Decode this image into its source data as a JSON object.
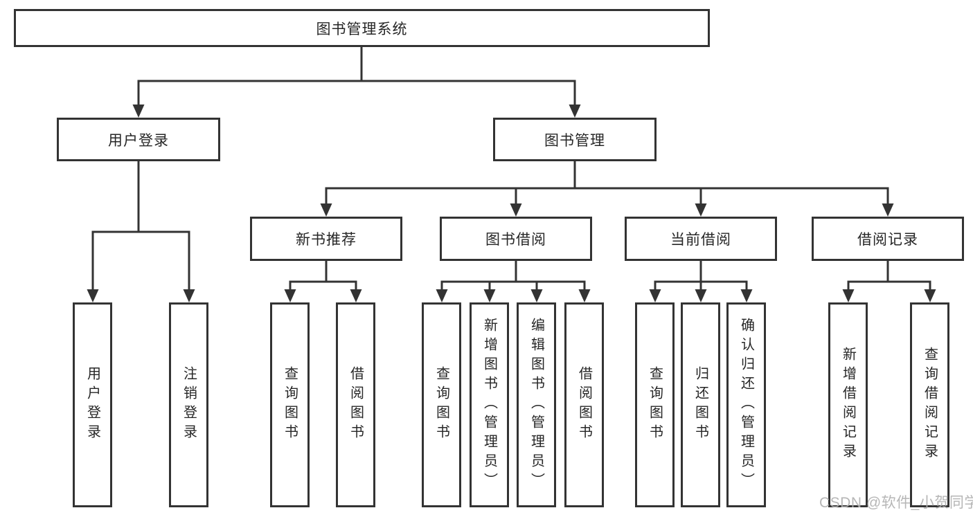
{
  "diagram": {
    "type": "hierarchy-tree",
    "orientation": "top-down"
  },
  "colors": {
    "line": "#333333",
    "box_border": "#333333",
    "box_fill": "#ffffff",
    "text": "#262626",
    "watermark_text": "#b0b0b0"
  },
  "tree": {
    "root": {
      "label": "图书管理系统"
    },
    "children": [
      {
        "label": "用户登录",
        "children": [
          {
            "label": "用户登录"
          },
          {
            "label": "注销登录"
          }
        ]
      },
      {
        "label": "图书管理",
        "children": [
          {
            "label": "新书推荐",
            "children": [
              {
                "label": "查询图书"
              },
              {
                "label": "借阅图书"
              }
            ]
          },
          {
            "label": "图书借阅",
            "children": [
              {
                "label": "查询图书"
              },
              {
                "label": "新增图书（管理员）"
              },
              {
                "label": "编辑图书（管理员）"
              },
              {
                "label": "借阅图书"
              }
            ]
          },
          {
            "label": "当前借阅",
            "children": [
              {
                "label": "查询图书"
              },
              {
                "label": "归还图书"
              },
              {
                "label": "确认归还（管理员）"
              }
            ]
          },
          {
            "label": "借阅记录",
            "children": [
              {
                "label": "新增借阅记录"
              },
              {
                "label": "查询借阅记录"
              }
            ]
          }
        ]
      }
    ]
  },
  "watermark": {
    "text": "CSDN @软件_小贺同学"
  }
}
